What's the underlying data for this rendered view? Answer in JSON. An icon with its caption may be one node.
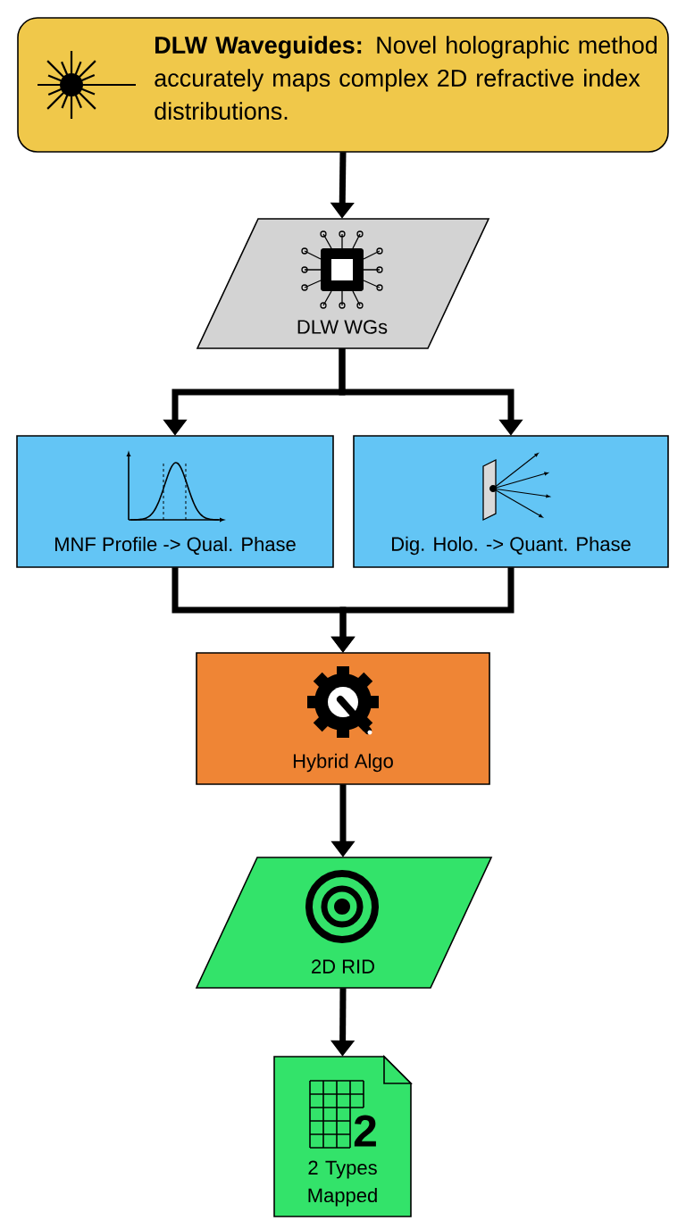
{
  "diagram": {
    "nodes": [
      {
        "text": [
          "**DLW Waveguides:** Novel holographic method accurately maps complex 2D refractive index distributions."
        ]
      },
      {
        "text": [
          "DLW WGs"
        ]
      },
      {
        "text": [
          "MNF Profile -> Qual. Phase"
        ]
      },
      {
        "text": [
          "Dig. Holo. -> Quant. Phase"
        ]
      },
      {
        "text": [
          "Hybrid Algo"
        ]
      },
      {
        "text": [
          "2D RID"
        ]
      },
      {
        "text": [
          "2",
          "2 Types Mapped"
        ]
      }
    ],
    "edges": [
      {
        "from": 0,
        "to": 1,
        "arrow": "to"
      },
      {
        "from": 1,
        "to": 2,
        "arrow": "to"
      },
      {
        "from": 1,
        "to": 3,
        "arrow": "to"
      },
      {
        "from": 2,
        "to": 4,
        "arrow": "to"
      },
      {
        "from": 3,
        "to": 4,
        "arrow": "to"
      },
      {
        "from": 4,
        "to": 5,
        "arrow": "to"
      },
      {
        "from": 5,
        "to": 6,
        "arrow": "to"
      }
    ]
  }
}
